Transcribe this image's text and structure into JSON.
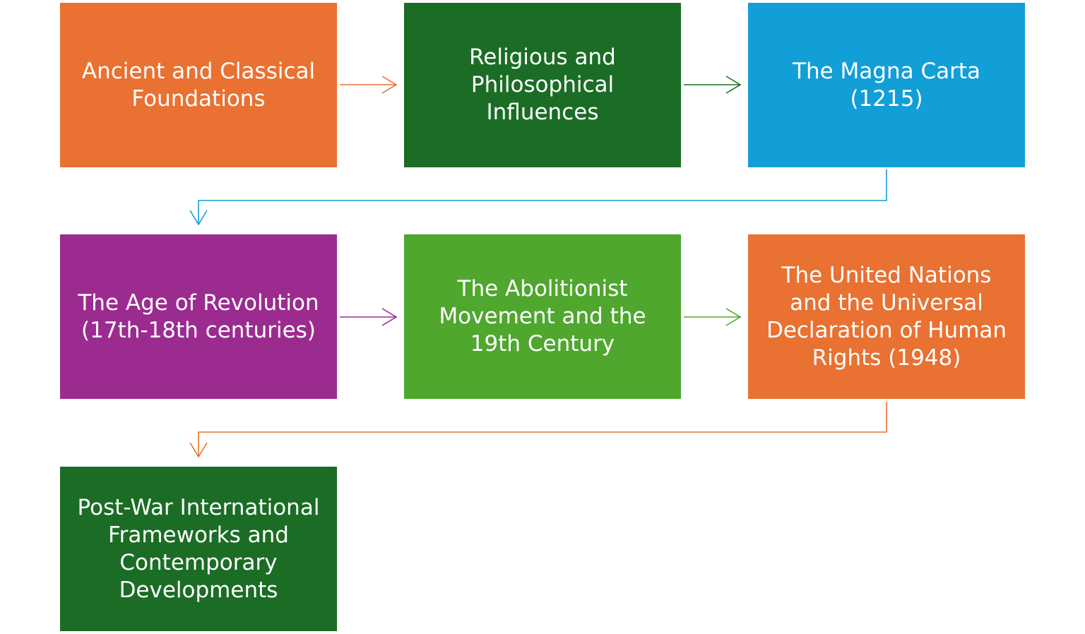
{
  "diagram": {
    "steps": [
      {
        "label": "Ancient and Classical\nFoundations",
        "color": "#E97132"
      },
      {
        "label": "Religious and\nPhilosophical\nInfluences",
        "color": "#1B6D25"
      },
      {
        "label": "The Magna Carta\n(1215)",
        "color": "#129ED7"
      },
      {
        "label": "The Age of Revolution\n(17th-18th centuries)",
        "color": "#9C2B90"
      },
      {
        "label": "The Abolitionist\nMovement and the\n19th Century",
        "color": "#4FA72E"
      },
      {
        "label": "The United Nations\nand the Universal\nDeclaration of Human\nRights (1948)",
        "color": "#E97132"
      },
      {
        "label": "Post-War International\nFrameworks and\nContemporary\nDevelopments",
        "color": "#1B6D25"
      }
    ]
  }
}
